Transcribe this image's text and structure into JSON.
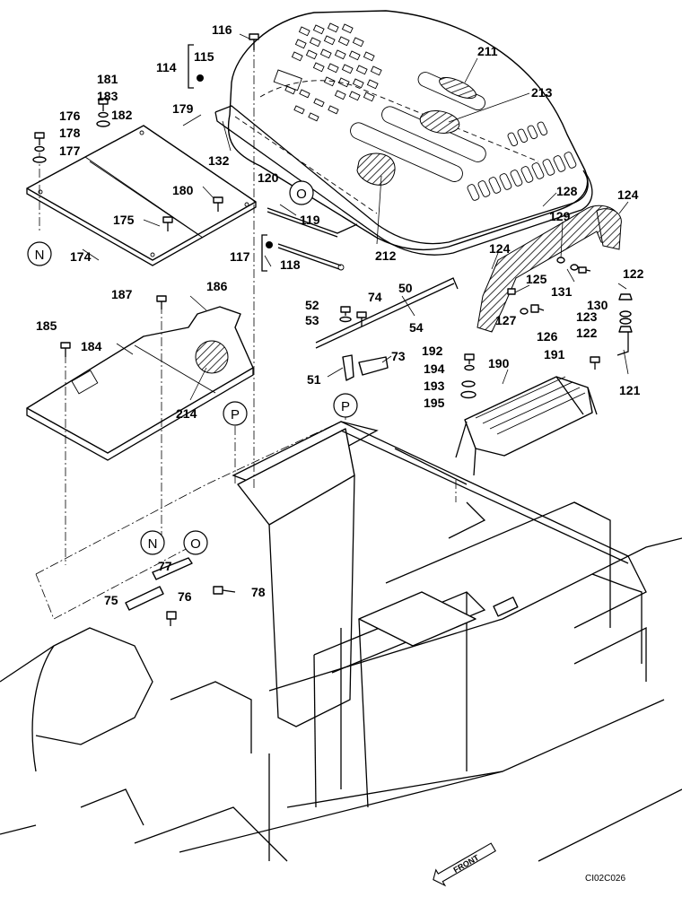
{
  "drawing_code": "CI02C026",
  "front_label": "FRONT",
  "ref_markers": [
    "N",
    "O",
    "P"
  ],
  "labels": {
    "p116": "116",
    "p115": "115",
    "p114": "114",
    "p211": "211",
    "p213": "213",
    "p181": "181",
    "p183": "183",
    "p182": "182",
    "p176": "176",
    "p178": "178",
    "p177": "177",
    "p179": "179",
    "p132": "132",
    "p120": "120",
    "p119": "119",
    "p180": "180",
    "p175": "175",
    "p174": "174",
    "p117": "117",
    "p118": "118",
    "p212": "212",
    "p128": "128",
    "p124a": "124",
    "p124b": "124",
    "p129": "129",
    "p122a": "122",
    "p131": "131",
    "p130": "130",
    "p125": "125",
    "p127": "127",
    "p126": "126",
    "p123": "123",
    "p122b": "122",
    "p121": "121",
    "p187": "187",
    "p186": "186",
    "p185": "185",
    "p184": "184",
    "p214": "214",
    "p52": "52",
    "p53": "53",
    "p74": "74",
    "p50": "50",
    "p54": "54",
    "p51": "51",
    "p73": "73",
    "p192": "192",
    "p194": "194",
    "p193": "193",
    "p195": "195",
    "p190": "190",
    "p191": "191",
    "p77": "77",
    "p78": "78",
    "p75": "75",
    "p76": "76"
  }
}
